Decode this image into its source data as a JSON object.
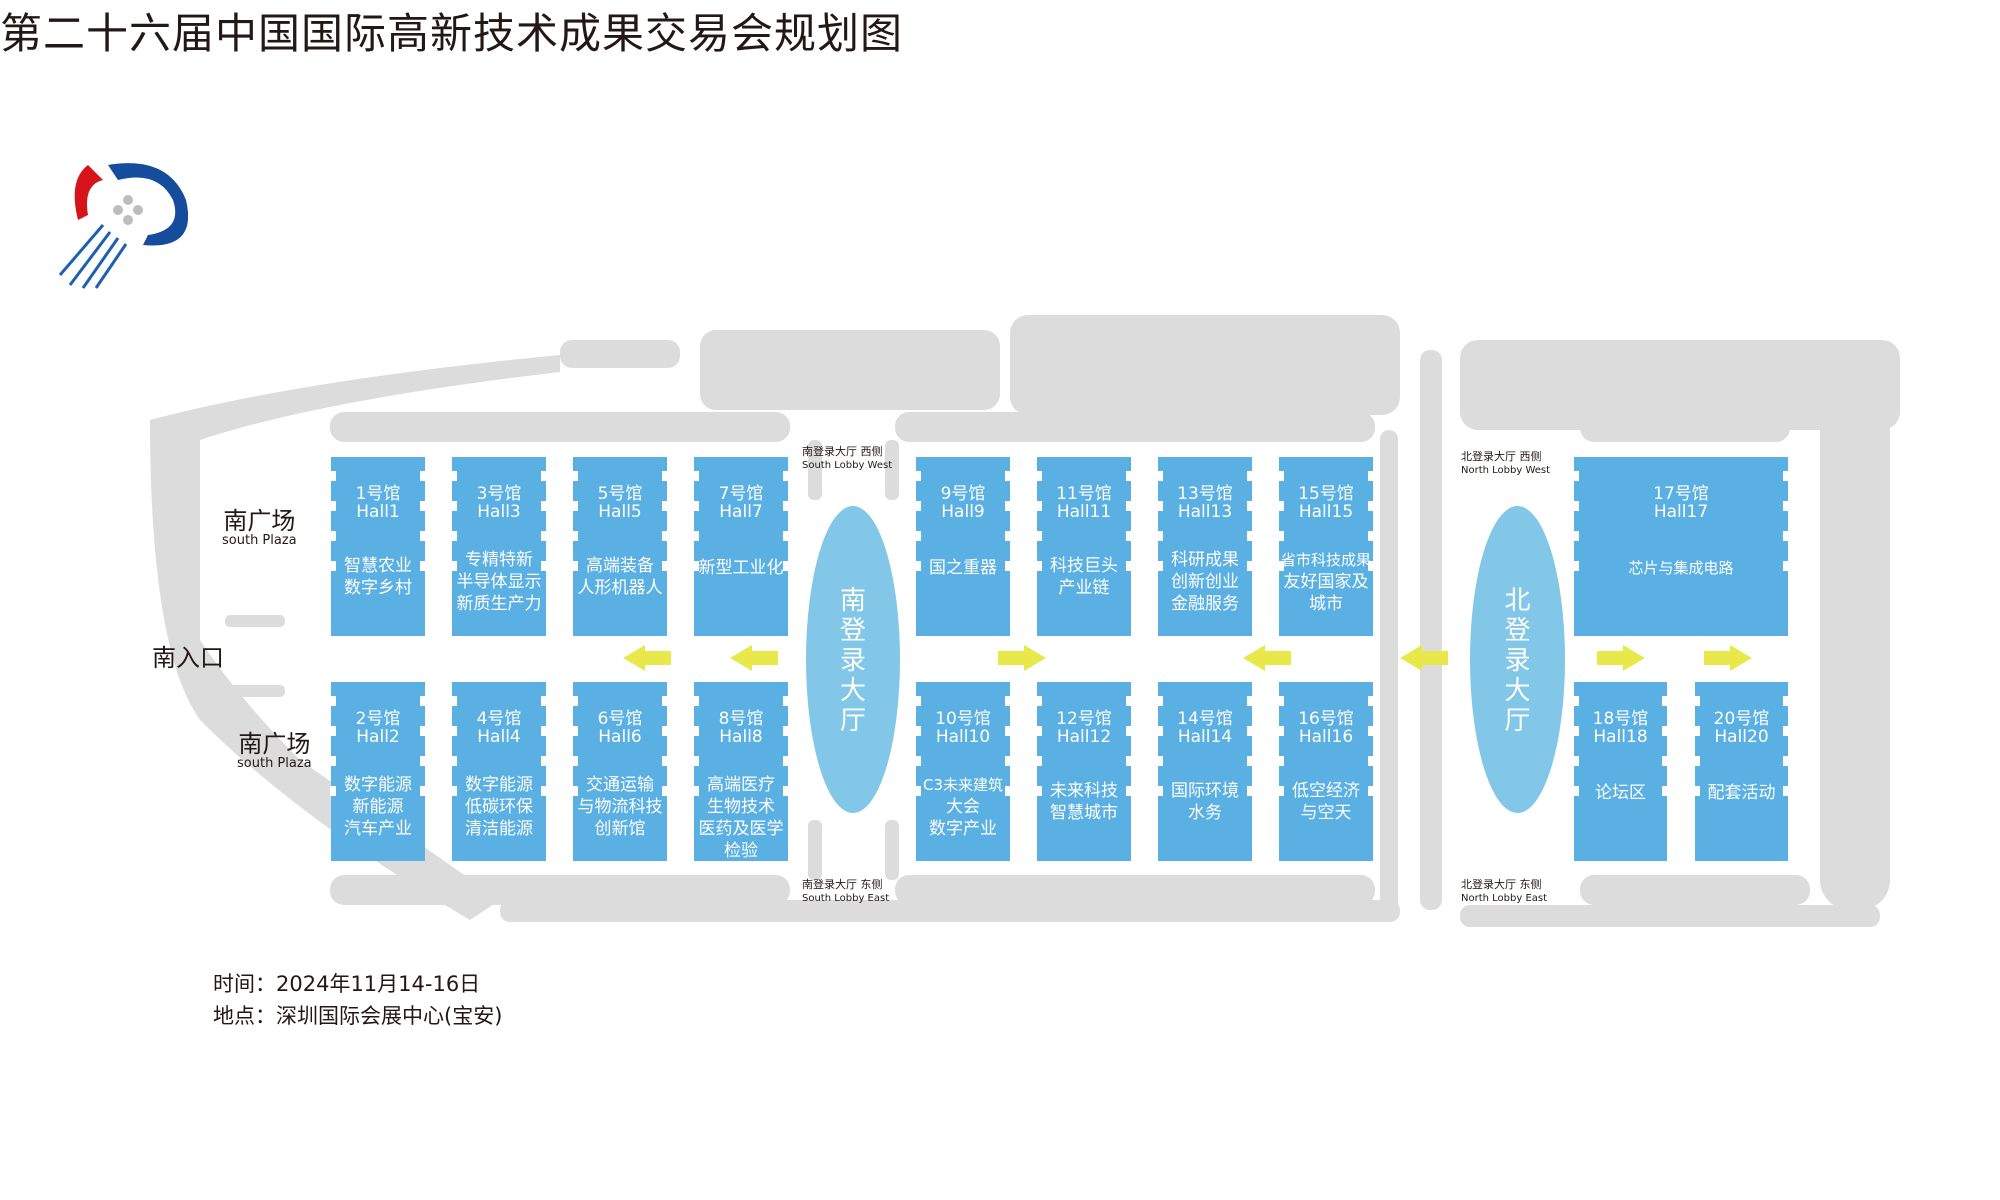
{
  "title": "第二十六届中国国际高新技术成果交易会规划图",
  "colors": {
    "hall": "#5aafe3",
    "lobby": "#82c6e8",
    "arrow": "#e8e84a",
    "ground": "#dcdcdc"
  },
  "plaza_top": {
    "zh": "南广场",
    "en": "south Plaza"
  },
  "plaza_bottom": {
    "zh": "南广场",
    "en": "south Plaza"
  },
  "south_entrance": "南入口",
  "south_lobby": {
    "name_chars": [
      "南",
      "登",
      "录",
      "大",
      "厅"
    ],
    "west": {
      "zh": "南登录大厅 西侧",
      "en": "South Lobby West"
    },
    "east": {
      "zh": "南登录大厅 东侧",
      "en": "South Lobby East"
    }
  },
  "north_lobby": {
    "name_chars": [
      "北",
      "登",
      "录",
      "大",
      "厅"
    ],
    "west": {
      "zh": "北登录大厅 西侧",
      "en": "North Lobby West"
    },
    "east": {
      "zh": "北登录大厅 东侧",
      "en": "North Lobby East"
    }
  },
  "halls": [
    {
      "num": "1号馆",
      "en": "Hall1",
      "topic": [
        "智慧农业",
        "数字乡村"
      ]
    },
    {
      "num": "3号馆",
      "en": "Hall3",
      "topic": [
        "专精特新",
        "半导体显示",
        "新质生产力"
      ]
    },
    {
      "num": "5号馆",
      "en": "Hall5",
      "topic": [
        "高端装备",
        "人形机器人"
      ]
    },
    {
      "num": "7号馆",
      "en": "Hall7",
      "topic": [
        "新型工业化"
      ]
    },
    {
      "num": "9号馆",
      "en": "Hall9",
      "topic": [
        "国之重器"
      ]
    },
    {
      "num": "11号馆",
      "en": "Hall11",
      "topic": [
        "科技巨头",
        "产业链"
      ]
    },
    {
      "num": "13号馆",
      "en": "Hall13",
      "topic": [
        "科研成果",
        "创新创业",
        "金融服务"
      ]
    },
    {
      "num": "15号馆",
      "en": "Hall15",
      "topic": [
        "省市科技成果",
        "友好国家及",
        "城市"
      ]
    },
    {
      "num": "17号馆",
      "en": "Hall17",
      "topic": [
        "芯片与集成电路"
      ]
    },
    {
      "num": "2号馆",
      "en": "Hall2",
      "topic": [
        "数字能源",
        "新能源",
        "汽车产业"
      ]
    },
    {
      "num": "4号馆",
      "en": "Hall4",
      "topic": [
        "数字能源",
        "低碳环保",
        "清洁能源"
      ]
    },
    {
      "num": "6号馆",
      "en": "Hall6",
      "topic": [
        "交通运输",
        "与物流科技",
        "创新馆"
      ]
    },
    {
      "num": "8号馆",
      "en": "Hall8",
      "topic": [
        "高端医疗",
        "生物技术",
        "医药及医学",
        "检验"
      ]
    },
    {
      "num": "10号馆",
      "en": "Hall10",
      "topic": [
        "C3未来建筑",
        "大会",
        "数字产业"
      ]
    },
    {
      "num": "12号馆",
      "en": "Hall12",
      "topic": [
        "未来科技",
        "智慧城市"
      ]
    },
    {
      "num": "14号馆",
      "en": "Hall14",
      "topic": [
        "国际环境",
        "水务"
      ]
    },
    {
      "num": "16号馆",
      "en": "Hall16",
      "topic": [
        "低空经济",
        "与空天"
      ]
    },
    {
      "num": "18号馆",
      "en": "Hall18",
      "topic": [
        "论坛区"
      ]
    },
    {
      "num": "20号馆",
      "en": "Hall20",
      "topic": [
        "配套活动"
      ]
    }
  ],
  "arrows": [
    "left",
    "left",
    "right",
    "left",
    "left",
    "right",
    "right"
  ],
  "info": {
    "time": "时间：2024年11月14-16日",
    "place": "地点：深圳国际会展中心(宝安)"
  }
}
